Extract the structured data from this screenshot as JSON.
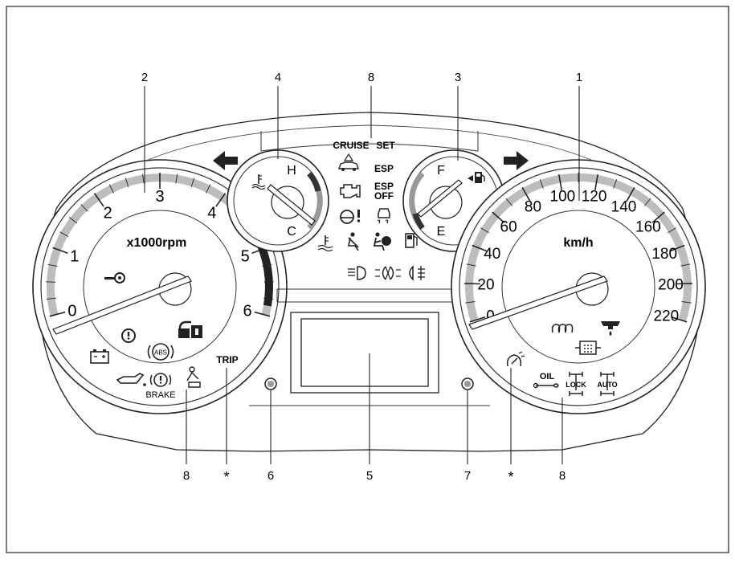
{
  "callouts": {
    "c1": "1",
    "c2": "2",
    "c3": "3",
    "c4": "4",
    "c5": "5",
    "c6": "6",
    "c7": "7",
    "c8_top": "8",
    "c8_left": "8",
    "c8_right": "8",
    "star_left": "*",
    "star_right": "*"
  },
  "tachometer": {
    "unit": "x1000rpm",
    "ticks": [
      "0",
      "1",
      "2",
      "3",
      "4",
      "5",
      "6"
    ],
    "trip": "TRIP",
    "brake": "BRAKE",
    "abs": "ABS"
  },
  "speedometer": {
    "unit": "km/h",
    "ticks": [
      "0",
      "20",
      "40",
      "60",
      "80",
      "100",
      "120",
      "140",
      "160",
      "180",
      "200",
      "220"
    ],
    "oil": "OIL",
    "lock": "LOCK",
    "auto": "AUTO"
  },
  "temp_gauge": {
    "hot": "H",
    "cold": "C"
  },
  "fuel_gauge": {
    "full": "F",
    "empty": "E"
  },
  "center_warnings": {
    "cruise": "CRUISE",
    "set": "SET",
    "esp": "ESP",
    "esp_off_1": "ESP",
    "esp_off_2": "OFF"
  }
}
